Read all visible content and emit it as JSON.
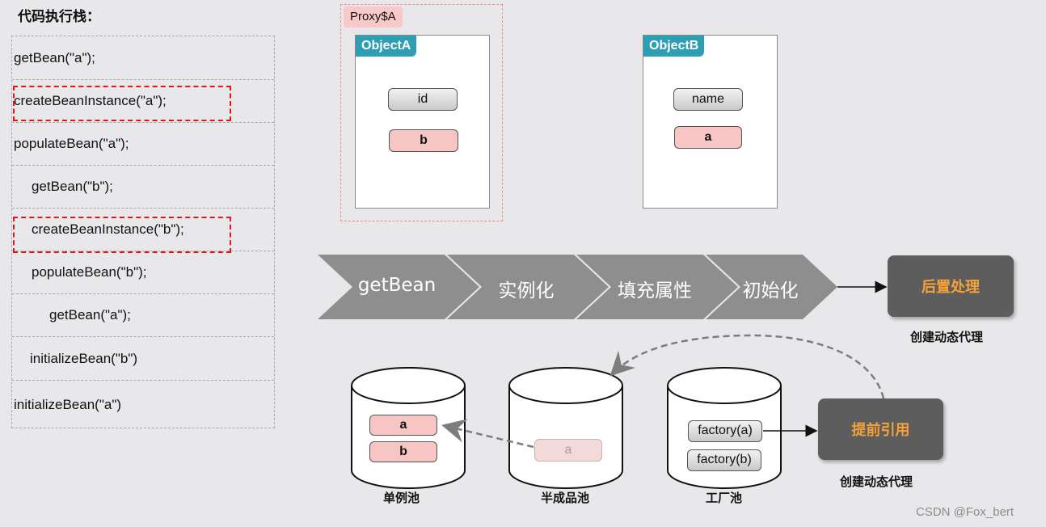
{
  "stack": {
    "title": "代码执行栈：",
    "rows": [
      "getBean(\"a\");",
      "createBeanInstance(\"a\");",
      "populateBean(\"a\");",
      "getBean(\"b\");",
      "createBeanInstance(\"b\");",
      "populateBean(\"b\");",
      "getBean(\"a\");",
      "initializeBean(\"b\")",
      "initializeBean(\"a\")"
    ]
  },
  "proxy": {
    "label": "Proxy$A"
  },
  "objectA": {
    "title": "ObjectA",
    "fields": [
      "id",
      "b"
    ]
  },
  "objectB": {
    "title": "ObjectB",
    "fields": [
      "name",
      "a"
    ]
  },
  "flow": {
    "steps": [
      "getBean",
      "实例化",
      "填充属性",
      "初始化"
    ],
    "post_process": "后置处理",
    "post_caption": "创建动态代理"
  },
  "pools": {
    "singleton": {
      "label": "单例池",
      "items": [
        "a",
        "b"
      ]
    },
    "half": {
      "label": "半成品池",
      "items": [
        "a"
      ]
    },
    "factory": {
      "label": "工厂池",
      "items": [
        "factory(a)",
        "factory(b)"
      ]
    }
  },
  "early_ref": {
    "label": "提前引用",
    "caption": "创建动态代理"
  },
  "colors": {
    "accent": "#2e9fb3",
    "highlight": "#e3141b",
    "pink": "#f8c5c5",
    "orange": "#f5a13a",
    "step": "#8e8e8e"
  },
  "watermark": "CSDN @Fox_bert"
}
